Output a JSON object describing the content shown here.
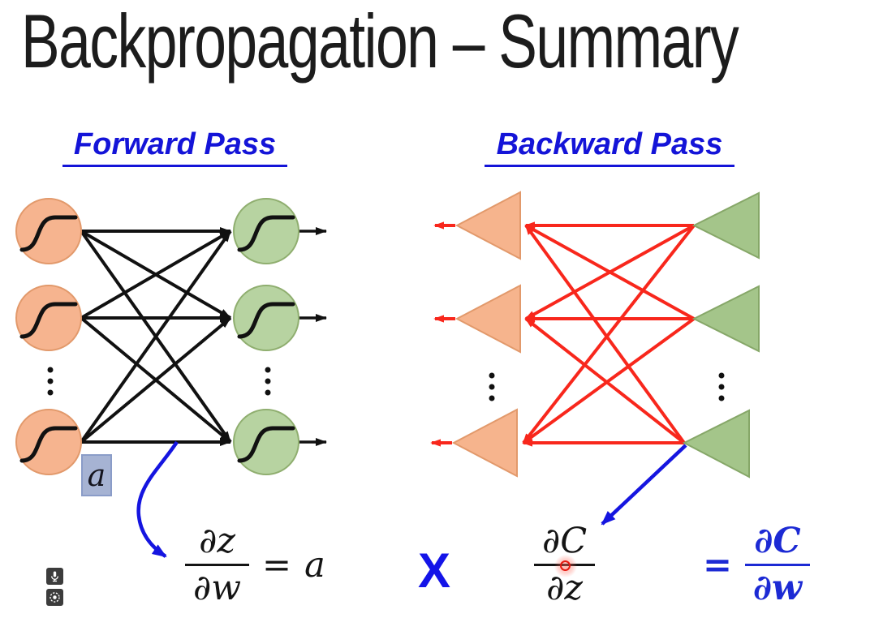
{
  "title": "Backpropagation – Summary",
  "headings": {
    "forward": "Forward Pass",
    "backward": "Backward Pass"
  },
  "labels": {
    "activation": "a",
    "times": "X"
  },
  "equations": {
    "forward": {
      "num": "∂z",
      "den": "∂w",
      "equals": "=",
      "rhs": "a"
    },
    "middle": {
      "num": "∂C",
      "den": "∂z"
    },
    "result": {
      "equals": "=",
      "num": "∂C",
      "den": "∂w"
    }
  },
  "icons": {
    "microphone": "microphone-icon",
    "record": "record-icon"
  },
  "colors": {
    "heading_blue": "#1414d8",
    "formula_black": "#141414",
    "formula_blue": "#1c2ad4",
    "arrow_blue": "#1515e0",
    "diagram_black": "#111111",
    "diagram_red": "#f8271c",
    "neuron_orange_fill": "#f6b48f",
    "neuron_orange_border": "#e2996b",
    "neuron_green_fill": "#b7d3a1",
    "triangle_green_fill": "#a4c58a",
    "label_box_blue": "#a6b3d3",
    "laser_red": "#e6190f"
  }
}
